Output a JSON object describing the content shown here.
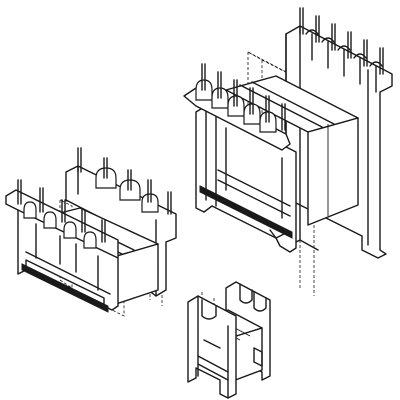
{
  "figure": {
    "background": "#ffffff",
    "ink": "#1a1a1a",
    "parts": [
      {
        "id": "large-bobbin",
        "kind": "transformer-bobbin-with-core"
      },
      {
        "id": "medium-bobbin",
        "kind": "transformer-bobbin-with-core"
      },
      {
        "id": "small-bobbin",
        "kind": "transformer-bobbin-with-core"
      }
    ]
  }
}
